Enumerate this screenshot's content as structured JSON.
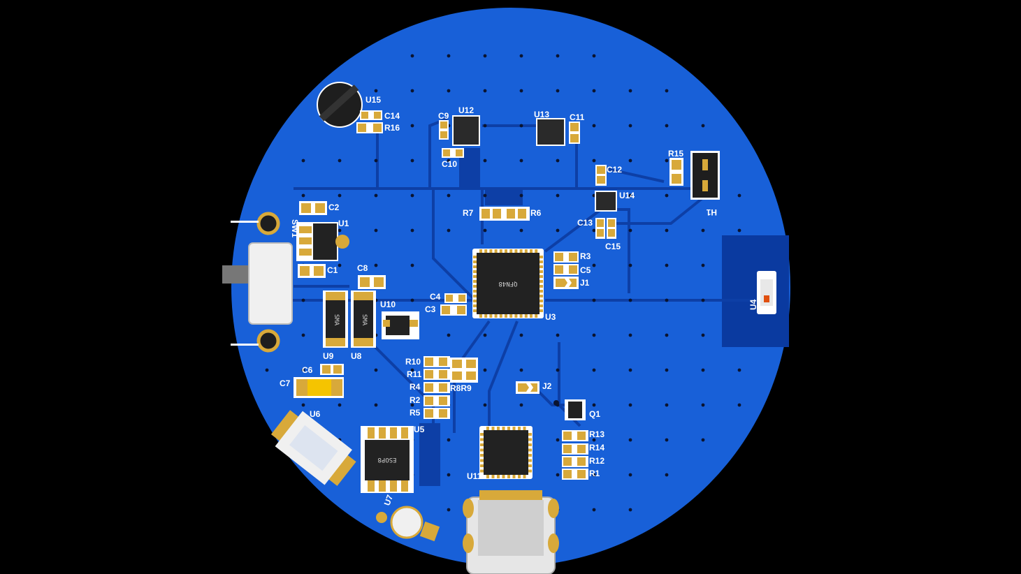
{
  "colors": {
    "background": "#000000",
    "board": "#1860d8",
    "trace": "#0d3fa6",
    "pad": "#d8a93a",
    "silk": "#ffffff",
    "chip": "#1e1e1e"
  },
  "labels": {
    "u15": "U15",
    "c14": "C14",
    "r16": "R16",
    "c9": "C9",
    "u12": "U12",
    "c10": "C10",
    "u13": "U13",
    "c11": "C11",
    "c12": "C12",
    "u14": "U14",
    "r15": "R15",
    "h1": "H1",
    "c13": "C13",
    "c15": "C15",
    "r7": "R7",
    "r6": "R6",
    "c2": "C2",
    "u1": "U1",
    "c1": "C1",
    "sw1": "SW1",
    "c8": "C8",
    "u10": "U10",
    "u9": "U9",
    "u8": "U8",
    "c4": "C4",
    "c3": "C3",
    "r3": "R3",
    "c5": "C5",
    "j1": "J1",
    "u3": "U3",
    "u4": "U4",
    "r10": "R10",
    "r11": "R11",
    "r4": "R4",
    "r2": "R2",
    "r5": "R5",
    "r8r9": "R8R9",
    "j2": "J2",
    "q1": "Q1",
    "r13": "R13",
    "r14": "R14",
    "r12": "R12",
    "r1": "R1",
    "c6": "C6",
    "c7": "C7",
    "u6": "U6",
    "u5": "U5",
    "u7": "U7",
    "u11": "U11"
  },
  "chip_marks": {
    "qfn48": "QFN48",
    "esop8": "ESOP8",
    "sma_u9": "SMA",
    "sma_u8": "SMA"
  }
}
